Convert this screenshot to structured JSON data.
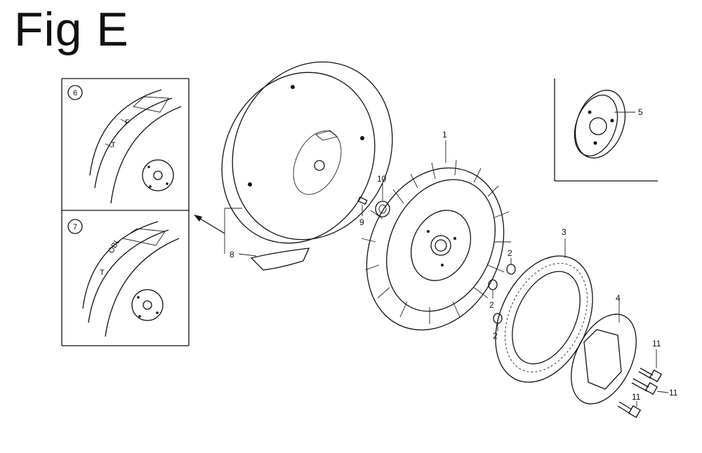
{
  "figure": {
    "title": "Fig E"
  },
  "callouts": {
    "c6": "6",
    "c7": "7"
  },
  "parts": {
    "p1": "1",
    "p2a": "2",
    "p2b": "2",
    "p2c": "2",
    "p3": "3",
    "p4": "4",
    "p5": "5",
    "p8": "8",
    "p9": "9",
    "p10": "10",
    "p11a": "11",
    "p11b": "11",
    "p11c": "11"
  },
  "detail_marks": {
    "six_t": "T",
    "six_f": "F",
    "seven_t": "T",
    "seven_obl": "OBL"
  }
}
